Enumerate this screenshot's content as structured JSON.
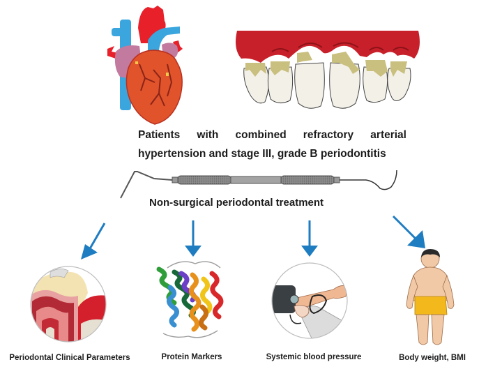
{
  "header": {
    "title_line1": "Patients with combined refractory arterial",
    "title_line2": "hypertension and stage III, grade B periodontitis",
    "full_title": "Patients with combined refractory arterial hypertension and stage III, grade B periodontitis"
  },
  "illustrations": {
    "heart": "anatomical-heart",
    "teeth": "teeth-with-plaque-and-inflamed-gums",
    "instrument": "periodontal-scaler-curette"
  },
  "treatment": {
    "label": "Non-surgical periodontal treatment"
  },
  "outcomes": [
    {
      "label": "Periodontal Clinical Parameters",
      "icon": "tooth-cross-section"
    },
    {
      "label": "Protein Markers",
      "icon": "protein-helix-structure"
    },
    {
      "label": "Systemic blood pressure",
      "icon": "blood-pressure-measurement"
    },
    {
      "label": "Body weight, BMI",
      "icon": "body-figure"
    }
  ],
  "colors": {
    "arrow": "#1e7cc0",
    "gum": "#c8202a",
    "plaque": "#c9bf7e",
    "heart_red": "#e0432b",
    "vessel_blue": "#3aa6dd",
    "atrium_pink": "#c27a9e",
    "text": "#1c1c1c"
  }
}
